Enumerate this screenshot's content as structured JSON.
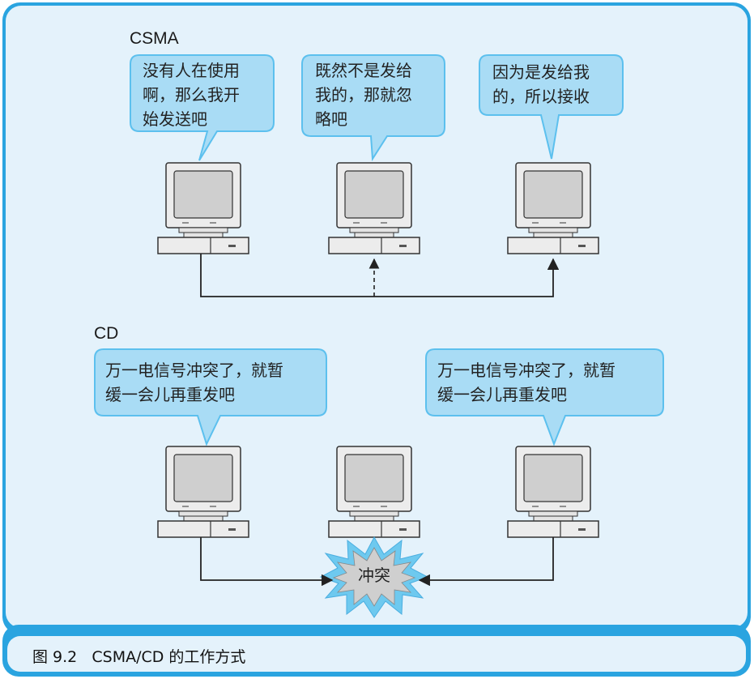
{
  "csma": {
    "title": "CSMA",
    "bubbles": [
      {
        "lines": [
          "没有人在使用",
          "啊，那么我开",
          "始发送吧"
        ]
      },
      {
        "lines": [
          "既然不是发给",
          "我的，那就忽",
          "略吧"
        ]
      },
      {
        "lines": [
          "因为是发给我",
          "的，所以接收"
        ]
      }
    ]
  },
  "cd": {
    "title": "CD",
    "bubbles": [
      {
        "lines": [
          "万一电信号冲突了，就暂",
          "缓一会儿再重发吧"
        ]
      },
      {
        "lines": [
          "万一电信号冲突了，就暂",
          "缓一会儿再重发吧"
        ]
      }
    ],
    "collision_label": "冲突"
  },
  "caption": "图 9.2   CSMA/CD 的工作方式",
  "colors": {
    "panel_bg": "#e4f2fb",
    "border": "#2aa4e0",
    "bubble_fill": "#a9dcf5",
    "bubble_stroke": "#5cc0ee",
    "computer_fill": "#ececec",
    "screen_fill": "#cfcfcf",
    "burst_fill": "#6ec9ef",
    "burst_inner": "#cfcfcf"
  }
}
